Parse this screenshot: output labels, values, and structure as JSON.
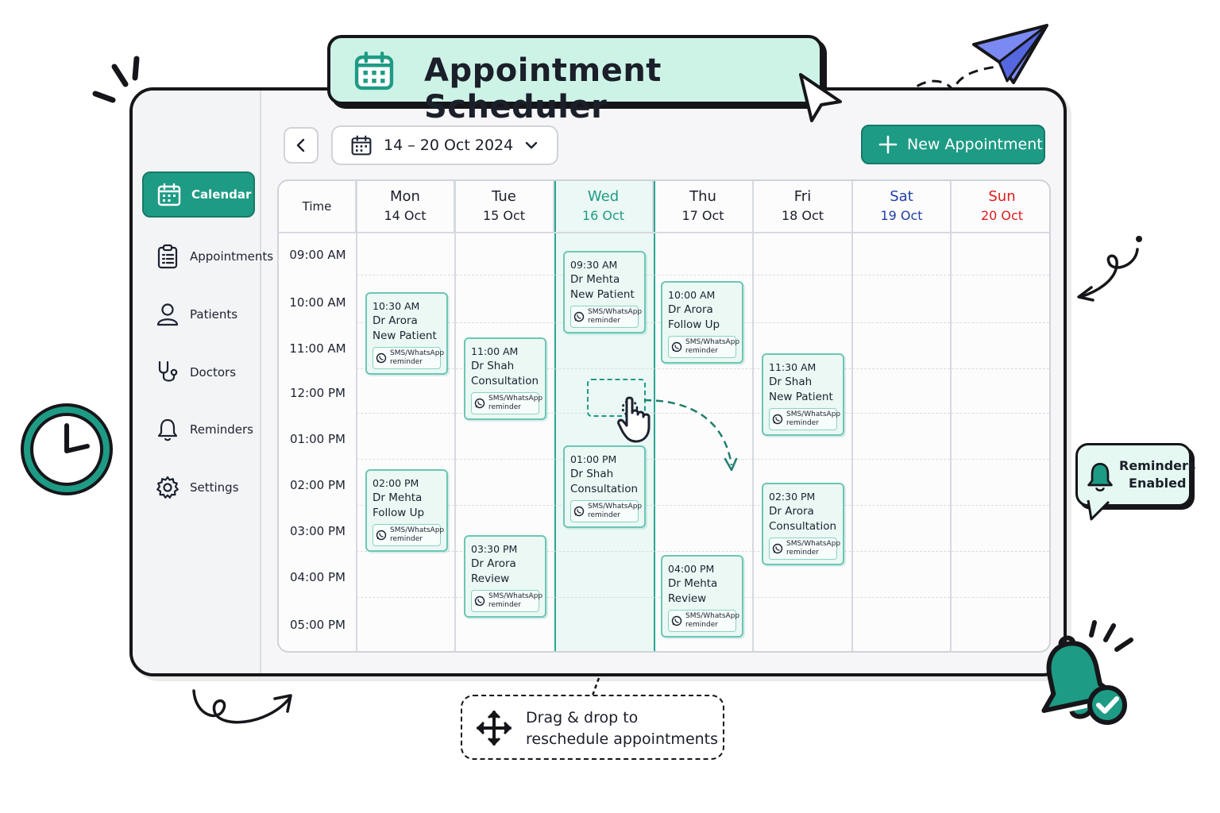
{
  "banner": {
    "title": "Appointment Scheduler"
  },
  "sidebar": {
    "items": [
      {
        "label": "Calendar",
        "icon": "calendar-icon",
        "active": true
      },
      {
        "label": "Appointments",
        "icon": "clipboard-icon"
      },
      {
        "label": "Patients",
        "icon": "user-icon"
      },
      {
        "label": "Doctors",
        "icon": "stethoscope-icon"
      },
      {
        "label": "Reminders",
        "icon": "bell-icon"
      },
      {
        "label": "Settings",
        "icon": "gear-icon"
      }
    ]
  },
  "toolbar": {
    "date_range": "14 – 20 Oct 2024",
    "new_appointment_label": "New Appointment"
  },
  "calendar": {
    "time_header": "Time",
    "days": [
      {
        "name": "Mon",
        "date": "14 Oct"
      },
      {
        "name": "Tue",
        "date": "15 Oct"
      },
      {
        "name": "Wed",
        "date": "16 Oct"
      },
      {
        "name": "Thu",
        "date": "17 Oct"
      },
      {
        "name": "Fri",
        "date": "18 Oct"
      },
      {
        "name": "Sat",
        "date": "19 Oct"
      },
      {
        "name": "Sun",
        "date": "20 Oct"
      }
    ],
    "times": [
      "09:00 AM",
      "10:00 AM",
      "11:00 AM",
      "12:00 PM",
      "01:00 PM",
      "02:00 PM",
      "03:00 PM",
      "04:00 PM",
      "05:00 PM"
    ],
    "reminder_line1": "SMS/WhatsApp",
    "reminder_line2": "reminder",
    "appointments": [
      {
        "time": "10:30 AM",
        "doctor": "Dr Arora",
        "type": "New Patient"
      },
      {
        "time": "02:00 PM",
        "doctor": "Dr Mehta",
        "type": "Follow Up"
      },
      {
        "time": "11:00 AM",
        "doctor": "Dr Shah",
        "type": "Consultation"
      },
      {
        "time": "03:30 PM",
        "doctor": "Dr Arora",
        "type": "Review"
      },
      {
        "time": "09:30 AM",
        "doctor": "Dr Mehta",
        "type": "New Patient"
      },
      {
        "time": "01:00 PM",
        "doctor": "Dr Shah",
        "type": "Consultation"
      },
      {
        "time": "10:00 AM",
        "doctor": "Dr Arora",
        "type": "Follow Up"
      },
      {
        "time": "04:00 PM",
        "doctor": "Dr Mehta",
        "type": "Review"
      },
      {
        "time": "11:30 AM",
        "doctor": "Dr Shah",
        "type": "New Patient"
      },
      {
        "time": "02:30 PM",
        "doctor": "Dr Arora",
        "type": "Consultation"
      }
    ]
  },
  "callout": {
    "line1": "Drag & drop to",
    "line2": "reschedule appointments"
  },
  "bubble": {
    "line1": "Reminders",
    "line2": "Enabled"
  },
  "colors": {
    "accent": "#1e9b85",
    "light_accent": "#cdf3e7",
    "saturday": "#1f3fa8",
    "sunday": "#e01b1b",
    "paper_plane": "#6f7ff0"
  }
}
